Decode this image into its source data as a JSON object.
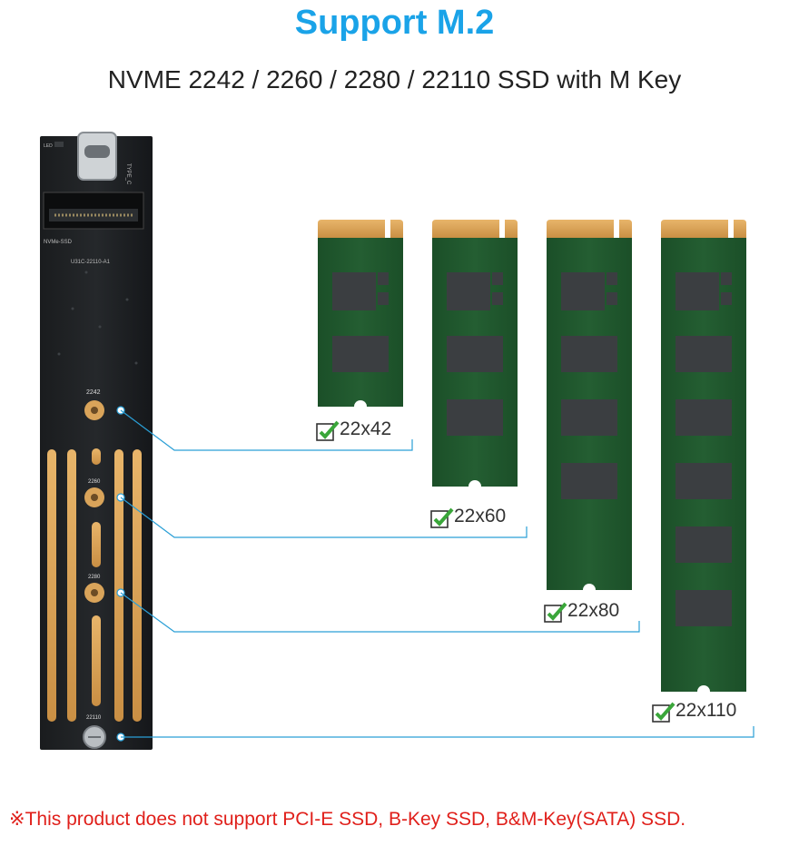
{
  "header": {
    "title": "Support M.2",
    "subtitle": "NVME 2242 / 2260 / 2280 / 22110 SSD with M Key"
  },
  "board": {
    "silkscreen": {
      "led": "LED",
      "type_c": "TYPE_C",
      "nvme_ssd": "NVMe-SSD",
      "model": "U31C-22110-A1",
      "pos_2242": "2242",
      "pos_2260": "2260",
      "pos_2280": "2280",
      "pos_22110": "22110"
    }
  },
  "ssd_sizes": [
    {
      "label": "22x42",
      "length_mm": 42,
      "supported": true
    },
    {
      "label": "22x60",
      "length_mm": 60,
      "supported": true
    },
    {
      "label": "22x80",
      "length_mm": 80,
      "supported": true
    },
    {
      "label": "22x110",
      "length_mm": 110,
      "supported": true
    }
  ],
  "colors": {
    "title": "#1aa3e8",
    "notice": "#e0201b",
    "pcb_green": "#1f5a2e",
    "gold_contact": "#d9a45a",
    "connector_line": "#2a9fd6",
    "check_green": "#3aa63a"
  },
  "notice": "※This product does not support PCI-E SSD, B-Key SSD, B&M-Key(SATA) SSD."
}
